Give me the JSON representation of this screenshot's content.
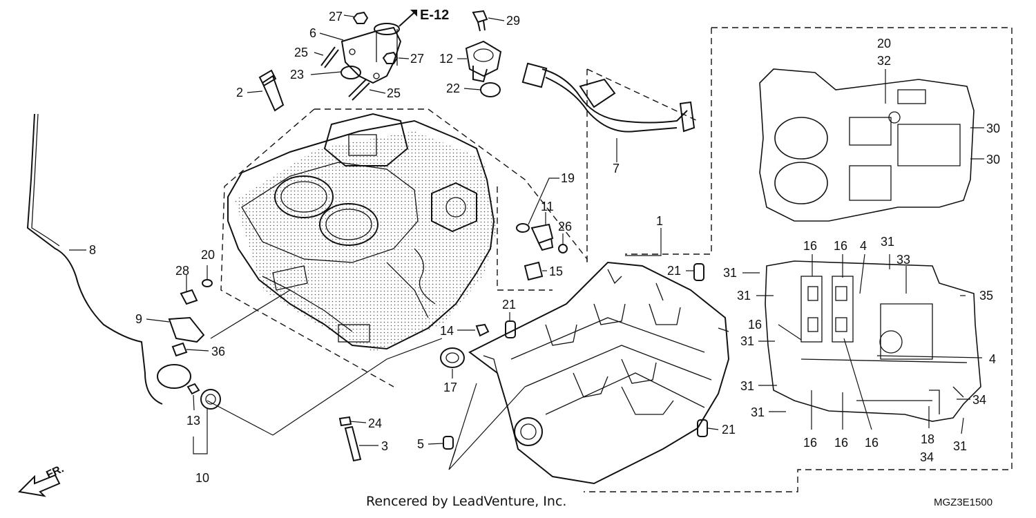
{
  "diagram": {
    "reference_label": "E-12",
    "credit": "Rencered by LeadVenture, Inc.",
    "diagram_code": "MGZ3E1500",
    "direction_label": "FR.",
    "callouts": [
      {
        "id": "c27a",
        "text": "27"
      },
      {
        "id": "c6",
        "text": "6"
      },
      {
        "id": "c25a",
        "text": "25"
      },
      {
        "id": "c27b",
        "text": "27"
      },
      {
        "id": "c23",
        "text": "23"
      },
      {
        "id": "c25b",
        "text": "25"
      },
      {
        "id": "c2",
        "text": "2"
      },
      {
        "id": "c29",
        "text": "29"
      },
      {
        "id": "c12",
        "text": "12"
      },
      {
        "id": "c22",
        "text": "22"
      },
      {
        "id": "c7",
        "text": "7"
      },
      {
        "id": "c19",
        "text": "19"
      },
      {
        "id": "c11",
        "text": "11"
      },
      {
        "id": "c26",
        "text": "26"
      },
      {
        "id": "c15",
        "text": "15"
      },
      {
        "id": "c1",
        "text": "1"
      },
      {
        "id": "c8",
        "text": "8"
      },
      {
        "id": "c28",
        "text": "28"
      },
      {
        "id": "c20a",
        "text": "20"
      },
      {
        "id": "c9",
        "text": "9"
      },
      {
        "id": "c36",
        "text": "36"
      },
      {
        "id": "c13",
        "text": "13"
      },
      {
        "id": "c10",
        "text": "10"
      },
      {
        "id": "c14",
        "text": "14"
      },
      {
        "id": "c17",
        "text": "17"
      },
      {
        "id": "c21a",
        "text": "21"
      },
      {
        "id": "c21b",
        "text": "21"
      },
      {
        "id": "c21c",
        "text": "21"
      },
      {
        "id": "c24",
        "text": "24"
      },
      {
        "id": "c3",
        "text": "3"
      },
      {
        "id": "c5",
        "text": "5"
      },
      {
        "id": "c20b",
        "text": "20"
      },
      {
        "id": "c32",
        "text": "32"
      },
      {
        "id": "c30a",
        "text": "30"
      },
      {
        "id": "c30b",
        "text": "30"
      },
      {
        "id": "c16a",
        "text": "16"
      },
      {
        "id": "c16b",
        "text": "16"
      },
      {
        "id": "c4a",
        "text": "4"
      },
      {
        "id": "c31a",
        "text": "31"
      },
      {
        "id": "c33",
        "text": "33"
      },
      {
        "id": "c31b",
        "text": "31"
      },
      {
        "id": "c31c",
        "text": "31"
      },
      {
        "id": "c35",
        "text": "35"
      },
      {
        "id": "c16c",
        "text": "16"
      },
      {
        "id": "c31d",
        "text": "31"
      },
      {
        "id": "c4b",
        "text": "4"
      },
      {
        "id": "c31e",
        "text": "31"
      },
      {
        "id": "c34a",
        "text": "34"
      },
      {
        "id": "c31f",
        "text": "31"
      },
      {
        "id": "c16d",
        "text": "16"
      },
      {
        "id": "c16e",
        "text": "16"
      },
      {
        "id": "c16f",
        "text": "16"
      },
      {
        "id": "c18",
        "text": "18"
      },
      {
        "id": "c34b",
        "text": "34"
      },
      {
        "id": "c31g",
        "text": "31"
      }
    ]
  }
}
